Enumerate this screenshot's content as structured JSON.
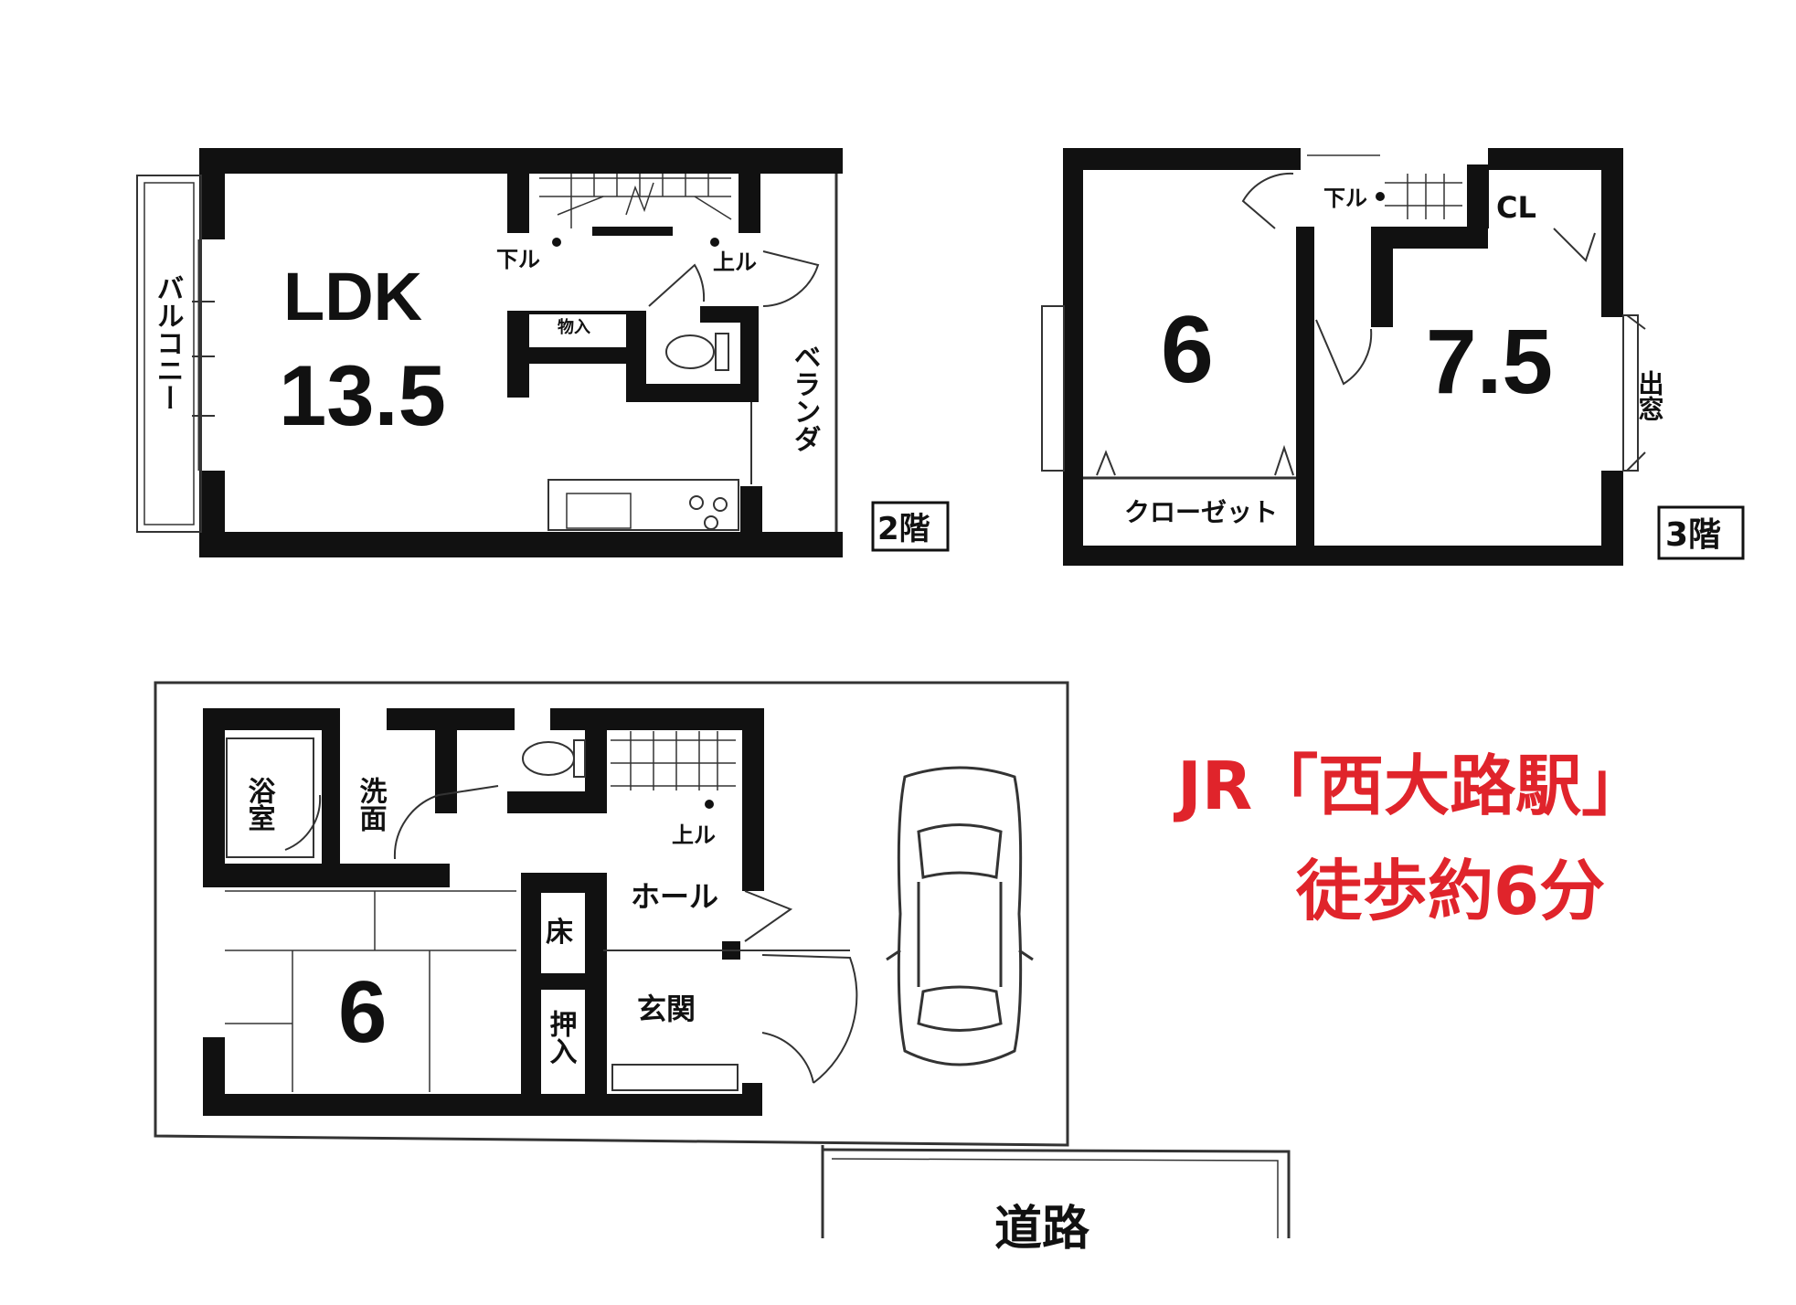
{
  "floor2": {
    "floor_label": "2階",
    "ldk_label": "LDK",
    "ldk_size": "13.5",
    "balcony": "バルコニー",
    "veranda": "ベランダ",
    "storage": "物入",
    "stairs_down": "下ル",
    "stairs_up": "上ル"
  },
  "floor3": {
    "floor_label": "3階",
    "room_a_size": "6",
    "room_b_size": "7.5",
    "closet": "クローゼット",
    "cl": "CL",
    "bay_window": "出窓",
    "stairs_down": "下ル"
  },
  "floor1": {
    "bath": "浴室",
    "washroom": "洗面",
    "hall": "ホール",
    "alcove": "床",
    "oshiire": "押入",
    "entrance": "玄関",
    "room_size": "6",
    "stairs_up": "上ル"
  },
  "road": "道路",
  "station": "JR「西大路駅」",
  "walk_time": "徒歩約6分"
}
